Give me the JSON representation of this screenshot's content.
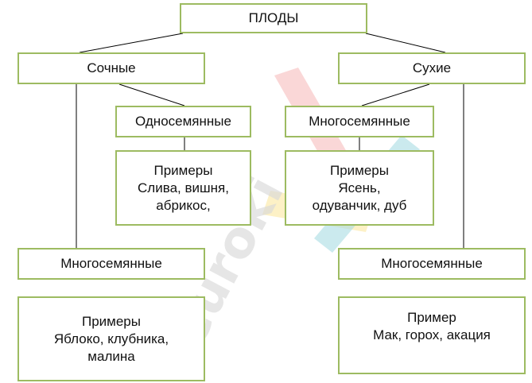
{
  "diagram": {
    "root": "ПЛОДЫ",
    "left_branch": {
      "title": "Сочные",
      "sub": "Односемянные",
      "sub_examples": [
        "Примеры",
        "Слива, вишня,",
        "абрикос,"
      ],
      "many": "Многосемянные",
      "many_examples": [
        "Примеры",
        "Яблоко, клубника,",
        "малина"
      ]
    },
    "right_branch": {
      "title": "Сухие",
      "sub": "Многосемянные",
      "sub_examples": [
        "Примеры",
        "Ясень,",
        "одуванчик, дуб"
      ],
      "many": "Многосемянные",
      "many_examples": [
        "Пример",
        "Мак, горох, акация"
      ]
    }
  },
  "watermark": {
    "text": "euroki"
  },
  "colors": {
    "box_border": "#9dbb61",
    "line": "#000000",
    "watermark_gray": "#d9d9d9",
    "watermark_red": "#f6b6b6",
    "watermark_yellow": "#fbe7a0",
    "watermark_teal": "#a9dce3"
  }
}
